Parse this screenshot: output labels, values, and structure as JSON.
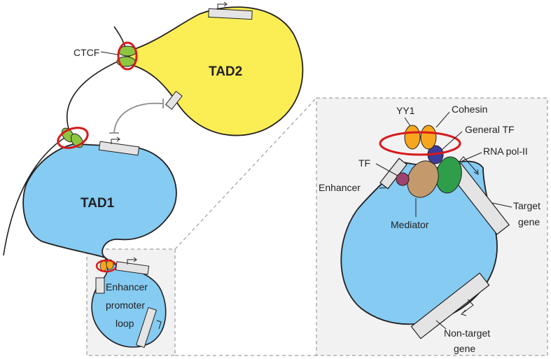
{
  "labels": {
    "tad1": "TAD1",
    "tad2": "TAD2",
    "ctcf": "CTCF",
    "loop_line1": "Enhancer",
    "loop_line2": "promoter",
    "loop_line3": "loop",
    "yy1": "YY1",
    "cohesin": "Cohesin",
    "general_tf": "General TF",
    "rna_pol": "RNA pol-II",
    "tf": "TF",
    "enhancer": "Enhancer",
    "mediator": "Mediator",
    "target_line1": "Target",
    "target_line2": "gene",
    "nontarget_line1": "Non-target",
    "nontarget_line2": "gene"
  },
  "colors": {
    "tad1_fill": "#85cbf2",
    "tad2_fill": "#fbee55",
    "ctcf": "#8cc63f",
    "cohesin_ring": "#d7191c",
    "yy1": "#f7a620",
    "general_tf": "#3c3c9b",
    "rna_pol": "#2f9e4b",
    "mediator": "#c49a6c",
    "tf": "#a0426e",
    "gene_box": "#e4e4e4",
    "panel_bg": "#f2f2f2"
  }
}
